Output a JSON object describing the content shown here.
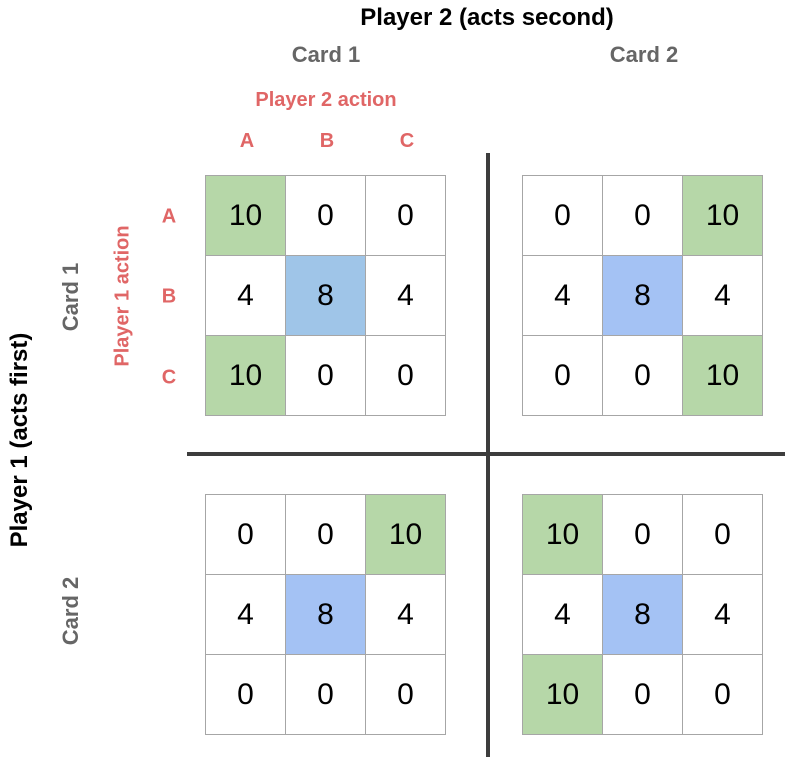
{
  "titles": {
    "player2": "Player 2 (acts second)",
    "player1": "Player 1 (acts first)"
  },
  "cards": {
    "p2_card1": "Card 1",
    "p2_card2": "Card 2",
    "p1_card1": "Card 1",
    "p1_card2": "Card 2"
  },
  "actions": {
    "player2_label": "Player 2 action",
    "player1_label": "Player 1 action",
    "cols": [
      "A",
      "B",
      "C"
    ],
    "rows": [
      "A",
      "B",
      "C"
    ]
  },
  "colors": {
    "green": "#b6d7a8",
    "blue_light": "#9fc5e8",
    "blue": "#a4c2f4",
    "white": "#ffffff"
  },
  "matrices": [
    {
      "id": "p1c1_p2c1",
      "values": [
        [
          "10",
          "0",
          "0"
        ],
        [
          "4",
          "8",
          "4"
        ],
        [
          "10",
          "0",
          "0"
        ]
      ],
      "highlights": [
        [
          "green",
          "white",
          "white"
        ],
        [
          "white",
          "blue_light",
          "white"
        ],
        [
          "green",
          "white",
          "white"
        ]
      ]
    },
    {
      "id": "p1c1_p2c2",
      "values": [
        [
          "0",
          "0",
          "10"
        ],
        [
          "4",
          "8",
          "4"
        ],
        [
          "0",
          "0",
          "10"
        ]
      ],
      "highlights": [
        [
          "white",
          "white",
          "green"
        ],
        [
          "white",
          "blue",
          "white"
        ],
        [
          "white",
          "white",
          "green"
        ]
      ]
    },
    {
      "id": "p1c2_p2c1",
      "values": [
        [
          "0",
          "0",
          "10"
        ],
        [
          "4",
          "8",
          "4"
        ],
        [
          "0",
          "0",
          "0"
        ]
      ],
      "highlights": [
        [
          "white",
          "white",
          "green"
        ],
        [
          "white",
          "blue",
          "white"
        ],
        [
          "white",
          "white",
          "white"
        ]
      ]
    },
    {
      "id": "p1c2_p2c2",
      "values": [
        [
          "10",
          "0",
          "0"
        ],
        [
          "4",
          "8",
          "4"
        ],
        [
          "10",
          "0",
          "0"
        ]
      ],
      "highlights": [
        [
          "green",
          "white",
          "white"
        ],
        [
          "white",
          "blue",
          "white"
        ],
        [
          "green",
          "white",
          "white"
        ]
      ]
    }
  ]
}
